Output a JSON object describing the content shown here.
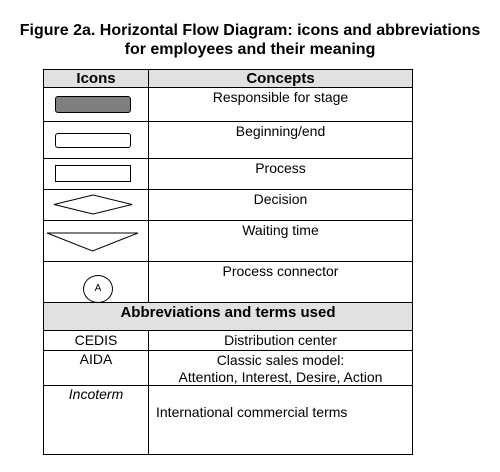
{
  "title": {
    "line1": "Figure 2a. Horizontal Flow Diagram: icons and abbreviations",
    "line2": "for employees and their meaning"
  },
  "table": {
    "header_icons": "Icons",
    "header_concepts": "Concepts",
    "rows": [
      {
        "icon": "filled-rounded-rectangle-icon",
        "concept": "Responsible for stage"
      },
      {
        "icon": "rounded-rectangle-icon",
        "concept": "Beginning/end"
      },
      {
        "icon": "rectangle-icon",
        "concept": "Process"
      },
      {
        "icon": "diamond-icon",
        "concept": "Decision"
      },
      {
        "icon": "inverted-triangle-icon",
        "concept": "Waiting time"
      },
      {
        "icon": "circle-connector-icon",
        "concept": "Process connector",
        "connector_letter": "A"
      }
    ],
    "section_header": "Abbreviations and terms used",
    "abbreviations": [
      {
        "term": "CEDIS",
        "meaning": "Distribution center"
      },
      {
        "term": "AIDA",
        "meaning_line1": "Classic sales model:",
        "meaning_line2": "Attention, Interest, Desire, Action"
      },
      {
        "term": "Incoterm",
        "meaning": "International commercial terms"
      }
    ]
  },
  "colors": {
    "header_fill": "#e1e1e1",
    "icon_fill": "#7f7f7f"
  }
}
